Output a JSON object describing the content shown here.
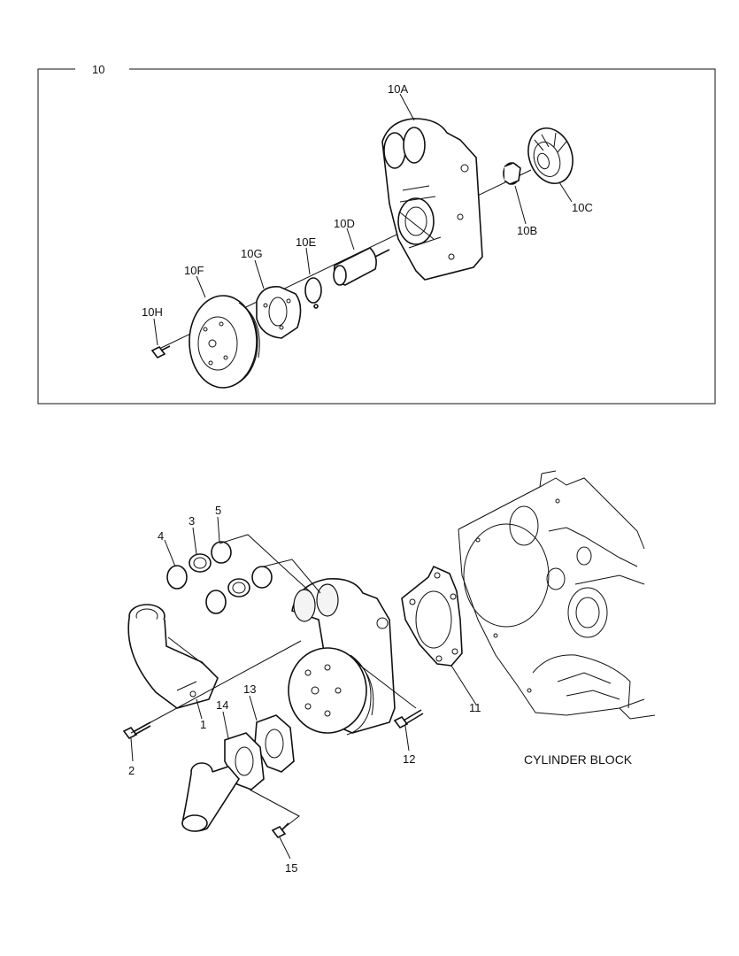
{
  "assembly": {
    "callout": "10",
    "parts": {
      "p10A": "10A",
      "p10B": "10B",
      "p10C": "10C",
      "p10D": "10D",
      "p10E": "10E",
      "p10F": "10F",
      "p10G": "10G",
      "p10H": "10H"
    }
  },
  "lower": {
    "parts": {
      "p1": "1",
      "p2": "2",
      "p3": "3",
      "p4": "4",
      "p5": "5",
      "p11": "11",
      "p12": "12",
      "p13": "13",
      "p14": "14",
      "p15": "15"
    },
    "block_label": "CYLINDER BLOCK"
  }
}
